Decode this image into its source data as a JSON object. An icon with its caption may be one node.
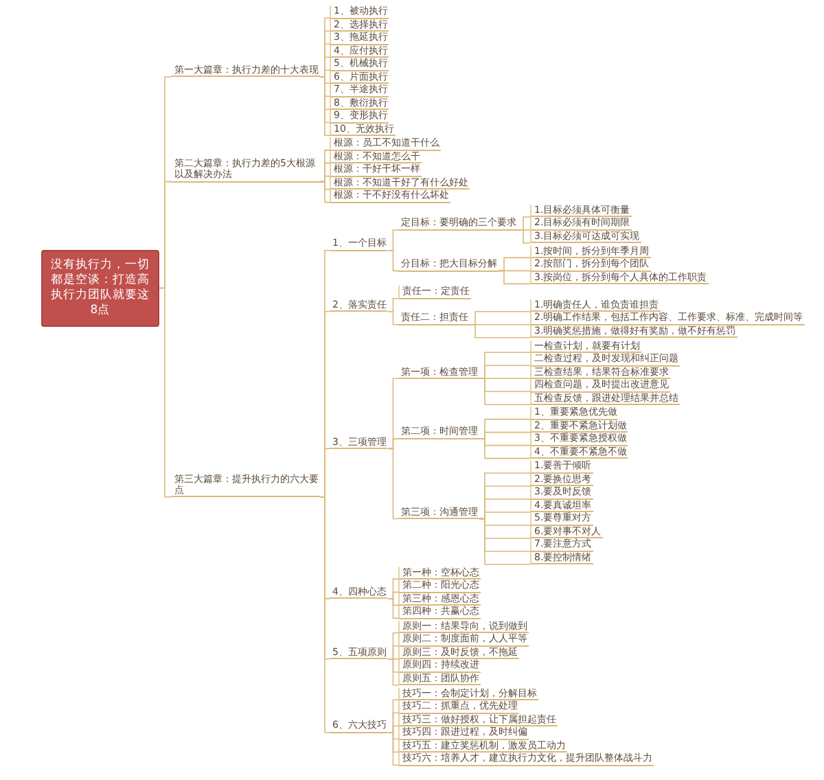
{
  "diagram": {
    "nodes": [
      {
        "text": [
          "没有执行力，一切都是空谈：打造高执行力团队就要这8点"
        ]
      },
      {
        "text": [
          "第一大篇章：执行力差的十大表现"
        ]
      },
      {
        "text": [
          "1、被动执行"
        ]
      },
      {
        "text": [
          "2、选择执行"
        ]
      },
      {
        "text": [
          "3、拖延执行"
        ]
      },
      {
        "text": [
          "4、应付执行"
        ]
      },
      {
        "text": [
          "5、机械执行"
        ]
      },
      {
        "text": [
          "6、片面执行"
        ]
      },
      {
        "text": [
          "7、半途执行"
        ]
      },
      {
        "text": [
          "8、敷衍执行"
        ]
      },
      {
        "text": [
          "9、变形执行"
        ]
      },
      {
        "text": [
          "10、无效执行"
        ]
      },
      {
        "text": [
          "第二大篇章：执行力差的5大根源以及解决办法"
        ]
      },
      {
        "text": [
          "根源：员工不知道干什么"
        ]
      },
      {
        "text": [
          "根源：不知道怎么干"
        ]
      },
      {
        "text": [
          "根源：干好干坏一样"
        ]
      },
      {
        "text": [
          "根源：不知道干好了有什么好处"
        ]
      },
      {
        "text": [
          "根源：干不好没有什么坏处"
        ]
      },
      {
        "text": [
          "第三大篇章：提升执行力的六大要点"
        ]
      },
      {
        "text": [
          "1、一个目标"
        ]
      },
      {
        "text": [
          "定目标：要明确的三个要求"
        ]
      },
      {
        "text": [
          "1.目标必须具体可衡量"
        ]
      },
      {
        "text": [
          "2.目标必须有时间期限"
        ]
      },
      {
        "text": [
          "3.目标必须可达成可实现"
        ]
      },
      {
        "text": [
          "分目标：把大目标分解"
        ]
      },
      {
        "text": [
          "1.按时间，拆分到年季月周"
        ]
      },
      {
        "text": [
          "2.按部门，拆分到每个团队"
        ]
      },
      {
        "text": [
          "3.按岗位，拆分到每个人具体的工作职责"
        ]
      },
      {
        "text": [
          "2、落实责任"
        ]
      },
      {
        "text": [
          "责任一：定责任"
        ]
      },
      {
        "text": [
          "责任二：担责任"
        ]
      },
      {
        "text": [
          "1.明确责任人，谁负责谁担责"
        ]
      },
      {
        "text": [
          "2.明确工作结果，包括工作内容、工作要求、标准、完成时间等"
        ]
      },
      {
        "text": [
          "3.明确奖惩措施，做得好有奖励，做不好有惩罚"
        ]
      },
      {
        "text": [
          "3、三项管理"
        ]
      },
      {
        "text": [
          "第一项：检查管理"
        ]
      },
      {
        "text": [
          "一检查计划，就要有计划"
        ]
      },
      {
        "text": [
          "二检查过程，及时发现和纠正问题"
        ]
      },
      {
        "text": [
          "三检查结果，结果符合标准要求"
        ]
      },
      {
        "text": [
          "四检查问题，及时提出改进意见"
        ]
      },
      {
        "text": [
          "五检查反馈，跟进处理结果并总结"
        ]
      },
      {
        "text": [
          "第二项：时间管理"
        ]
      },
      {
        "text": [
          "1、重要紧急优先做"
        ]
      },
      {
        "text": [
          "2、重要不紧急计划做"
        ]
      },
      {
        "text": [
          "3、不重要紧急授权做"
        ]
      },
      {
        "text": [
          "4、不重要不紧急不做"
        ]
      },
      {
        "text": [
          "第三项：沟通管理"
        ]
      },
      {
        "text": [
          "1.要善于倾听"
        ]
      },
      {
        "text": [
          "2.要换位思考"
        ]
      },
      {
        "text": [
          "3.要及时反馈"
        ]
      },
      {
        "text": [
          "4.要真诚坦率"
        ]
      },
      {
        "text": [
          "5.要尊重对方"
        ]
      },
      {
        "text": [
          "6.要对事不对人"
        ]
      },
      {
        "text": [
          "7.要注意方式"
        ]
      },
      {
        "text": [
          "8.要控制情绪"
        ]
      },
      {
        "text": [
          "4、四种心态"
        ]
      },
      {
        "text": [
          "第一种：空杯心态"
        ]
      },
      {
        "text": [
          "第二种：阳光心态"
        ]
      },
      {
        "text": [
          "第三种：感恩心态"
        ]
      },
      {
        "text": [
          "第四种：共赢心态"
        ]
      },
      {
        "text": [
          "5、五项原则"
        ]
      },
      {
        "text": [
          "原则一：结果导向，说到做到"
        ]
      },
      {
        "text": [
          "原则二：制度面前，人人平等"
        ]
      },
      {
        "text": [
          "原则三：及时反馈，不拖延"
        ]
      },
      {
        "text": [
          "原则四：持续改进"
        ]
      },
      {
        "text": [
          "原则五：团队协作"
        ]
      },
      {
        "text": [
          "6、六大技巧"
        ]
      },
      {
        "text": [
          "技巧一：会制定计划，分解目标"
        ]
      },
      {
        "text": [
          "技巧二：抓重点，优先处理"
        ]
      },
      {
        "text": [
          "技巧三：做好授权，让下属担起责任"
        ]
      },
      {
        "text": [
          "技巧四：跟进过程，及时纠偏"
        ]
      },
      {
        "text": [
          "技巧五：建立奖惩机制，激发员工动力"
        ]
      },
      {
        "text": [
          "技巧六：培养人才，建立执行力文化，提升团队整体战斗力"
        ]
      }
    ],
    "edges": [
      {
        "from": 0,
        "to": 1,
        "arrow": "none"
      },
      {
        "from": 0,
        "to": 12,
        "arrow": "none"
      },
      {
        "from": 0,
        "to": 18,
        "arrow": "none"
      },
      {
        "from": 1,
        "to": 2,
        "arrow": "none"
      },
      {
        "from": 1,
        "to": 3,
        "arrow": "none"
      },
      {
        "from": 1,
        "to": 4,
        "arrow": "none"
      },
      {
        "from": 1,
        "to": 5,
        "arrow": "none"
      },
      {
        "from": 1,
        "to": 6,
        "arrow": "none"
      },
      {
        "from": 1,
        "to": 7,
        "arrow": "none"
      },
      {
        "from": 1,
        "to": 8,
        "arrow": "none"
      },
      {
        "from": 1,
        "to": 9,
        "arrow": "none"
      },
      {
        "from": 1,
        "to": 10,
        "arrow": "none"
      },
      {
        "from": 1,
        "to": 11,
        "arrow": "none"
      },
      {
        "from": 12,
        "to": 13,
        "arrow": "none"
      },
      {
        "from": 12,
        "to": 14,
        "arrow": "none"
      },
      {
        "from": 12,
        "to": 15,
        "arrow": "none"
      },
      {
        "from": 12,
        "to": 16,
        "arrow": "none"
      },
      {
        "from": 12,
        "to": 17,
        "arrow": "none"
      },
      {
        "from": 18,
        "to": 19,
        "arrow": "none"
      },
      {
        "from": 18,
        "to": 28,
        "arrow": "none"
      },
      {
        "from": 18,
        "to": 34,
        "arrow": "none"
      },
      {
        "from": 18,
        "to": 55,
        "arrow": "none"
      },
      {
        "from": 18,
        "to": 60,
        "arrow": "none"
      },
      {
        "from": 18,
        "to": 66,
        "arrow": "none"
      },
      {
        "from": 19,
        "to": 20,
        "arrow": "none"
      },
      {
        "from": 19,
        "to": 24,
        "arrow": "none"
      },
      {
        "from": 20,
        "to": 21,
        "arrow": "none"
      },
      {
        "from": 20,
        "to": 22,
        "arrow": "none"
      },
      {
        "from": 20,
        "to": 23,
        "arrow": "none"
      },
      {
        "from": 24,
        "to": 25,
        "arrow": "none"
      },
      {
        "from": 24,
        "to": 26,
        "arrow": "none"
      },
      {
        "from": 24,
        "to": 27,
        "arrow": "none"
      },
      {
        "from": 28,
        "to": 29,
        "arrow": "none"
      },
      {
        "from": 28,
        "to": 30,
        "arrow": "none"
      },
      {
        "from": 30,
        "to": 31,
        "arrow": "none"
      },
      {
        "from": 30,
        "to": 32,
        "arrow": "none"
      },
      {
        "from": 30,
        "to": 33,
        "arrow": "none"
      },
      {
        "from": 34,
        "to": 35,
        "arrow": "none"
      },
      {
        "from": 34,
        "to": 41,
        "arrow": "none"
      },
      {
        "from": 34,
        "to": 46,
        "arrow": "none"
      },
      {
        "from": 35,
        "to": 36,
        "arrow": "none"
      },
      {
        "from": 35,
        "to": 37,
        "arrow": "none"
      },
      {
        "from": 35,
        "to": 38,
        "arrow": "none"
      },
      {
        "from": 35,
        "to": 39,
        "arrow": "none"
      },
      {
        "from": 35,
        "to": 40,
        "arrow": "none"
      },
      {
        "from": 41,
        "to": 42,
        "arrow": "none"
      },
      {
        "from": 41,
        "to": 43,
        "arrow": "none"
      },
      {
        "from": 41,
        "to": 44,
        "arrow": "none"
      },
      {
        "from": 41,
        "to": 45,
        "arrow": "none"
      },
      {
        "from": 46,
        "to": 47,
        "arrow": "none"
      },
      {
        "from": 46,
        "to": 48,
        "arrow": "none"
      },
      {
        "from": 46,
        "to": 49,
        "arrow": "none"
      },
      {
        "from": 46,
        "to": 50,
        "arrow": "none"
      },
      {
        "from": 46,
        "to": 51,
        "arrow": "none"
      },
      {
        "from": 46,
        "to": 52,
        "arrow": "none"
      },
      {
        "from": 46,
        "to": 53,
        "arrow": "none"
      },
      {
        "from": 46,
        "to": 54,
        "arrow": "none"
      },
      {
        "from": 55,
        "to": 56,
        "arrow": "none"
      },
      {
        "from": 55,
        "to": 57,
        "arrow": "none"
      },
      {
        "from": 55,
        "to": 58,
        "arrow": "none"
      },
      {
        "from": 55,
        "to": 59,
        "arrow": "none"
      },
      {
        "from": 60,
        "to": 61,
        "arrow": "none"
      },
      {
        "from": 60,
        "to": 62,
        "arrow": "none"
      },
      {
        "from": 60,
        "to": 63,
        "arrow": "none"
      },
      {
        "from": 60,
        "to": 64,
        "arrow": "none"
      },
      {
        "from": 60,
        "to": 65,
        "arrow": "none"
      },
      {
        "from": 66,
        "to": 67,
        "arrow": "none"
      },
      {
        "from": 66,
        "to": 68,
        "arrow": "none"
      },
      {
        "from": 66,
        "to": 69,
        "arrow": "none"
      },
      {
        "from": 66,
        "to": 70,
        "arrow": "none"
      },
      {
        "from": 66,
        "to": 71,
        "arrow": "none"
      },
      {
        "from": 66,
        "to": 72,
        "arrow": "none"
      }
    ]
  }
}
